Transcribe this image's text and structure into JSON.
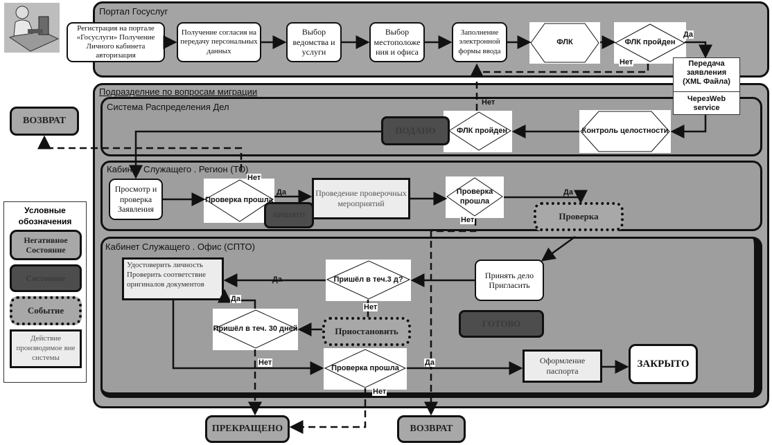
{
  "lanes": {
    "portal": "Портал Госуслуг",
    "migration": "Подразделние по вопросам миграции",
    "distribution": "Система Распределения Дел",
    "region": "Кабинет Служащего . Регион (ТО)",
    "office": "Кабинет Служащего . Офис (СПТО)"
  },
  "portal_steps": {
    "registration": "Регистрация на портале «Госуслуги» Получение Личного кабинета авторизация",
    "consent": "Получение согласия на передачу персональных данных",
    "department": "Выбор ведомства и услуги",
    "location": "Выбор местоположе ния и офиса",
    "form": "Заполнение электронной формы ввода",
    "flk": "ФЛК",
    "flk_passed": "ФЛК пройден"
  },
  "transfer": {
    "title": "Передача заявления (XML Файла)",
    "via": "ЧерезWeb service"
  },
  "distribution_steps": {
    "integrity": "Контроль целостности",
    "flk_passed": "ФЛК пройден",
    "submitted": "ПОДАНО"
  },
  "region_steps": {
    "review": "Просмотр и проверка Заявления",
    "check_passed": "Проверка прошла",
    "state_small": "ПРИНЯТО",
    "verification": "Проведение проверочных мероприятий",
    "check_passed2": "Проверка прошла",
    "check_event": "Проверка"
  },
  "office_steps": {
    "identify": "Удостоверить личность Проверить соответствие оригиналов документов",
    "came3": "Пришёл в теч.3 д?",
    "accept": "Принять дело Пригласить",
    "came30": "Пришёл в теч. 30 дней",
    "suspend": "Приостановить",
    "ready": "ГОТОВО",
    "check_passed": "Проверка прошла",
    "passport": "Оформление паспорта",
    "closed": "ЗАКРЫТО"
  },
  "terminals": {
    "return_top": "ВОЗВРАТ",
    "terminated": "ПРЕКРАЩЕНО",
    "return_bottom": "ВОЗВРАТ"
  },
  "branch_labels": {
    "yes": "Да",
    "no": "Нет"
  },
  "legend": {
    "title": "Условные обозначения",
    "negative_state": "Негативное Состояние",
    "state": "Состояние",
    "event": "Событие",
    "external_action": "Действие производимое вне системы"
  },
  "icons": {
    "user": "user-at-computer-icon"
  }
}
